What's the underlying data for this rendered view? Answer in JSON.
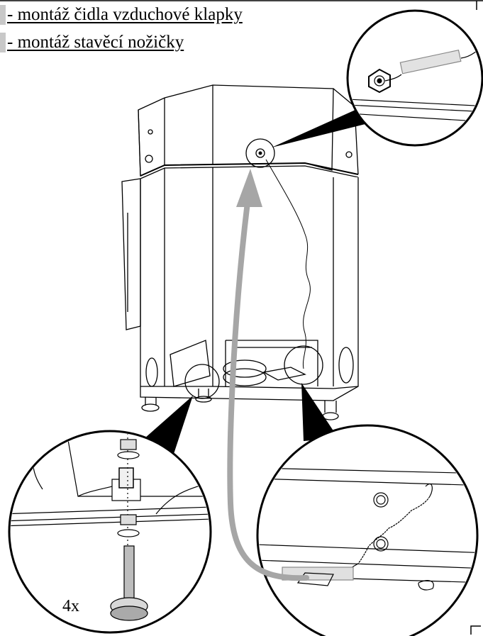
{
  "header": {
    "line1": "- montáž čidla vzduchové klapky",
    "line2": "- montáž stavěcí nožičky"
  },
  "detail_left": {
    "quantity_label": "4x"
  },
  "colors": {
    "line": "#000000",
    "arrow": "#a6a6a6",
    "accent_bar": "#c8c8c8",
    "sensor": "#e2e2e2"
  }
}
